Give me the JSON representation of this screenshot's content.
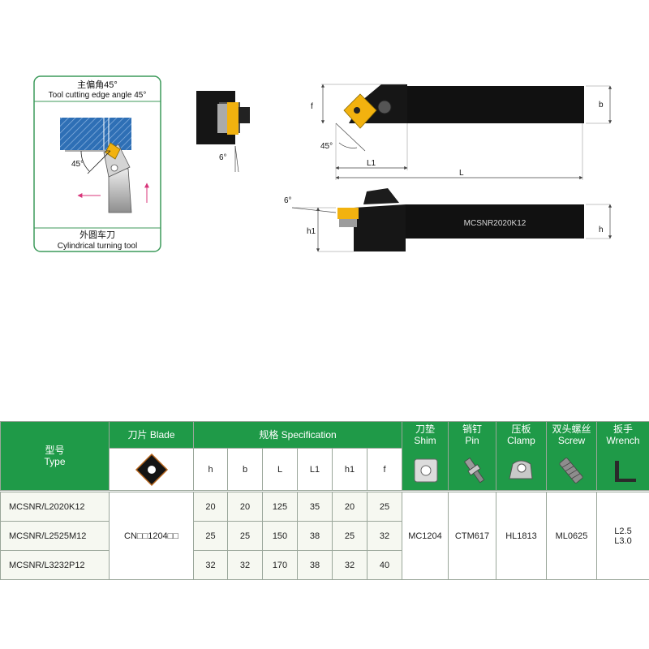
{
  "callout": {
    "title_cn": "主偏角45°",
    "title_en": "Tool cutting edge angle 45°",
    "angle_label": "45°",
    "footer_cn": "外圆车刀",
    "footer_en": "Cylindrical turning tool"
  },
  "drawing": {
    "end_view_angle": "6°",
    "top_f": "f",
    "top_angle": "45°",
    "top_L1": "L1",
    "top_L": "L",
    "top_b": "b",
    "side_angle": "6°",
    "side_h1": "h1",
    "side_h": "h",
    "marking": "MCSNR2020K12"
  },
  "table": {
    "type_cn": "型号",
    "type_en": "Type",
    "blade_header": "刀片 Blade",
    "spec_header": "规格 Specification",
    "shim_cn": "刀垫",
    "shim_en": "Shim",
    "pin_cn": "销钉",
    "pin_en": "Pin",
    "clamp_cn": "压板",
    "clamp_en": "Clamp",
    "screw_cn": "双头螺丝",
    "screw_en": "Screw",
    "wrench_cn": "扳手",
    "wrench_en": "Wrench",
    "spec_cols": [
      "h",
      "b",
      "L",
      "L1",
      "h1",
      "f"
    ],
    "blade": "CN□□1204□□",
    "shim": "MC1204",
    "pin": "CTM617",
    "clamp": "HL1813",
    "screw": "ML0625",
    "wrench_1": "L2.5",
    "wrench_2": "L3.0",
    "rows": [
      {
        "type": "MCSNR/L2020K12",
        "h": "20",
        "b": "20",
        "L": "125",
        "L1": "35",
        "h1": "20",
        "f": "25"
      },
      {
        "type": "MCSNR/L2525M12",
        "h": "25",
        "b": "25",
        "L": "150",
        "L1": "38",
        "h1": "25",
        "f": "32"
      },
      {
        "type": "MCSNR/L3232P12",
        "h": "32",
        "b": "32",
        "L": "170",
        "L1": "38",
        "h1": "32",
        "f": "40"
      }
    ]
  },
  "colors": {
    "header_green": "#1f9a48",
    "callout_border": "#3c9a5a",
    "insert_yellow": "#f2b20f",
    "hatch_blue": "#2e6fb5",
    "arrow_pink": "#d8357a"
  }
}
